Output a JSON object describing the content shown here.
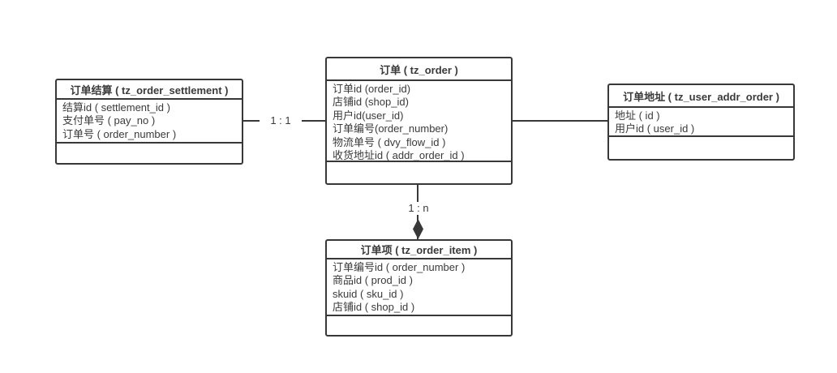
{
  "colors": {
    "background": "#ffffff",
    "line": "#383838",
    "text": "#3a3a3a"
  },
  "tables": [
    {
      "title": "订单结算 ( tz_order_settlement )",
      "fields": [
        "结算id ( settlement_id )",
        "支付单号 ( pay_no )",
        "订单号 ( order_number )"
      ]
    },
    {
      "title": "订单 ( tz_order )",
      "fields": [
        "订单id (order_id)",
        "店铺id (shop_id)",
        "用户id(user_id)",
        "订单编号(order_number)",
        "物流单号 ( dvy_flow_id )",
        "收货地址id ( addr_order_id )"
      ]
    },
    {
      "title": "订单地址 ( tz_user_addr_order )",
      "fields": [
        "地址 ( id )",
        "用户id ( user_id )"
      ]
    },
    {
      "title": "订单项 ( tz_order_item )",
      "fields": [
        "订单编号id ( order_number )",
        "商品id ( prod_id )",
        "skuid ( sku_id )",
        "店铺id ( shop_id )"
      ]
    }
  ],
  "connectors": [
    {
      "from": "订单结算",
      "to": "订单",
      "label": "1 : 1",
      "arrow": "none"
    },
    {
      "from": "订单",
      "to": "订单地址",
      "label": "",
      "arrow": "none"
    },
    {
      "from": "订单",
      "to": "订单项",
      "label": "1 : n",
      "arrow": "filled-diamond"
    }
  ]
}
